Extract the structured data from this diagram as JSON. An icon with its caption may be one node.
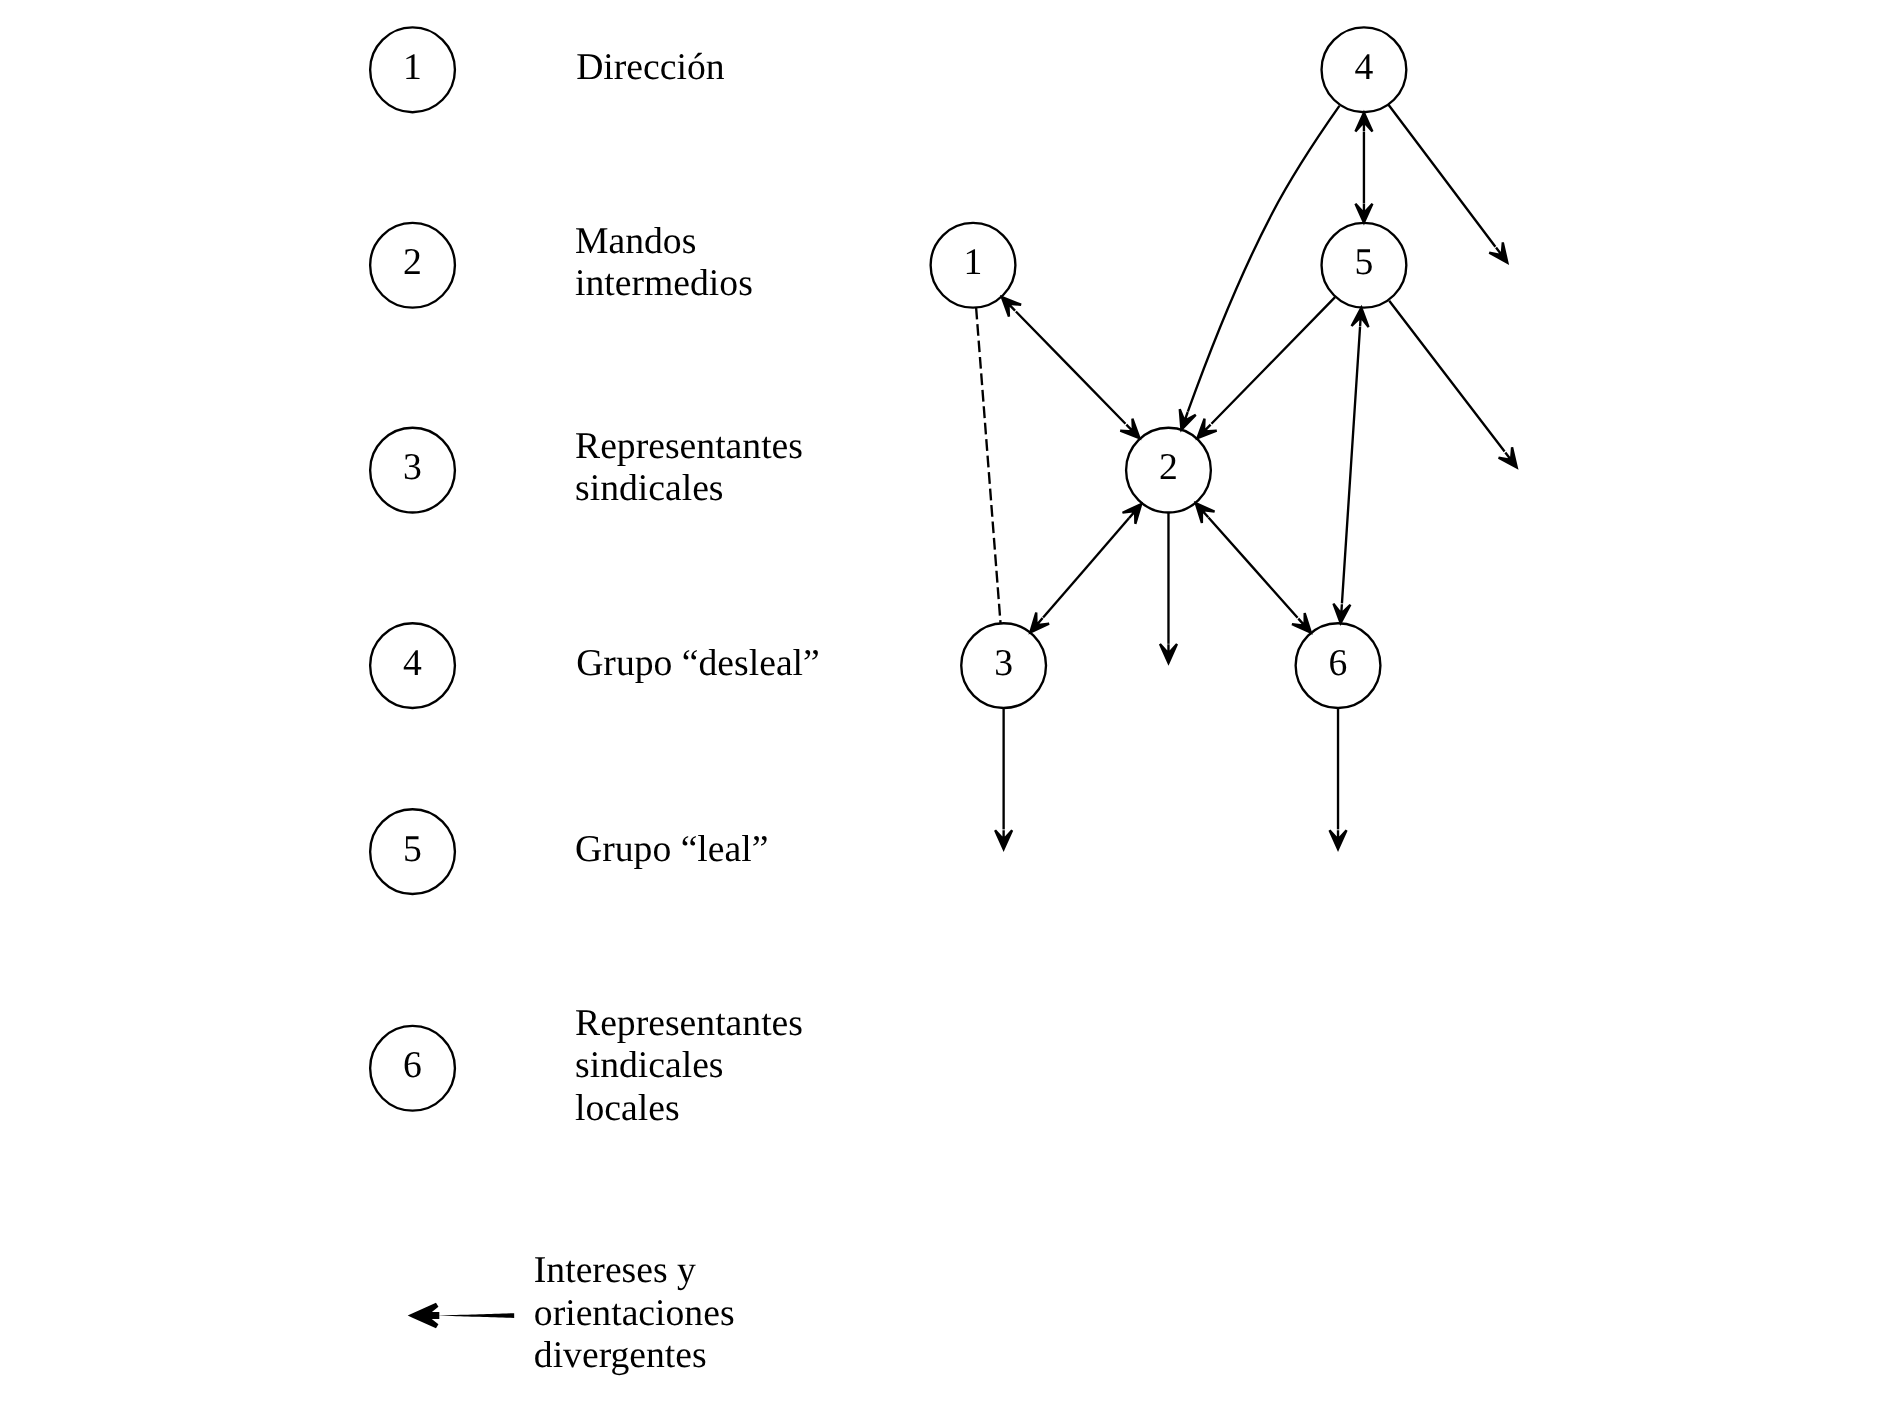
{
  "diagram": {
    "nodes": [
      {
        "text": [
          "1"
        ],
        "beside": [
          "Dirección"
        ]
      },
      {
        "text": [
          "2"
        ],
        "beside": [
          "Mandos intermedios"
        ]
      },
      {
        "text": [
          "3"
        ],
        "beside": [
          "Representantes sindicales"
        ]
      },
      {
        "text": [
          "4"
        ],
        "beside": [
          "Grupo “desleal”"
        ]
      },
      {
        "text": [
          "5"
        ],
        "beside": [
          "Grupo “leal”"
        ]
      },
      {
        "text": [
          "6"
        ],
        "beside": [
          "Representantes sindicales locales"
        ]
      },
      {
        "text": [
          "1"
        ]
      },
      {
        "text": [
          "2"
        ]
      },
      {
        "text": [
          "3"
        ]
      },
      {
        "text": [
          "4"
        ]
      },
      {
        "text": [
          "5"
        ]
      },
      {
        "text": [
          "6"
        ]
      }
    ],
    "edges": [
      {
        "from": 6,
        "to": 7,
        "arrow": "both"
      },
      {
        "from": 6,
        "to": 8,
        "arrow": "none",
        "style": "dashed"
      },
      {
        "from": 7,
        "to": 8,
        "arrow": "both"
      },
      {
        "from": 9,
        "to": 7,
        "arrow": "to"
      },
      {
        "from": 10,
        "to": 7,
        "arrow": "to"
      },
      {
        "from": 7,
        "to": 11,
        "arrow": "both"
      },
      {
        "from": 9,
        "to": 10,
        "arrow": "both"
      },
      {
        "from": 10,
        "to": 11,
        "arrow": "both"
      },
      {
        "from": 7,
        "to": null,
        "arrow": "to"
      },
      {
        "from": 8,
        "to": null,
        "arrow": "to"
      },
      {
        "from": 9,
        "to": null,
        "arrow": "to"
      },
      {
        "from": 10,
        "to": null,
        "arrow": "to"
      },
      {
        "from": 11,
        "to": null,
        "arrow": "to"
      }
    ],
    "legend": [
      {
        "text": "Intereses y orientaciones divergentes"
      }
    ]
  }
}
